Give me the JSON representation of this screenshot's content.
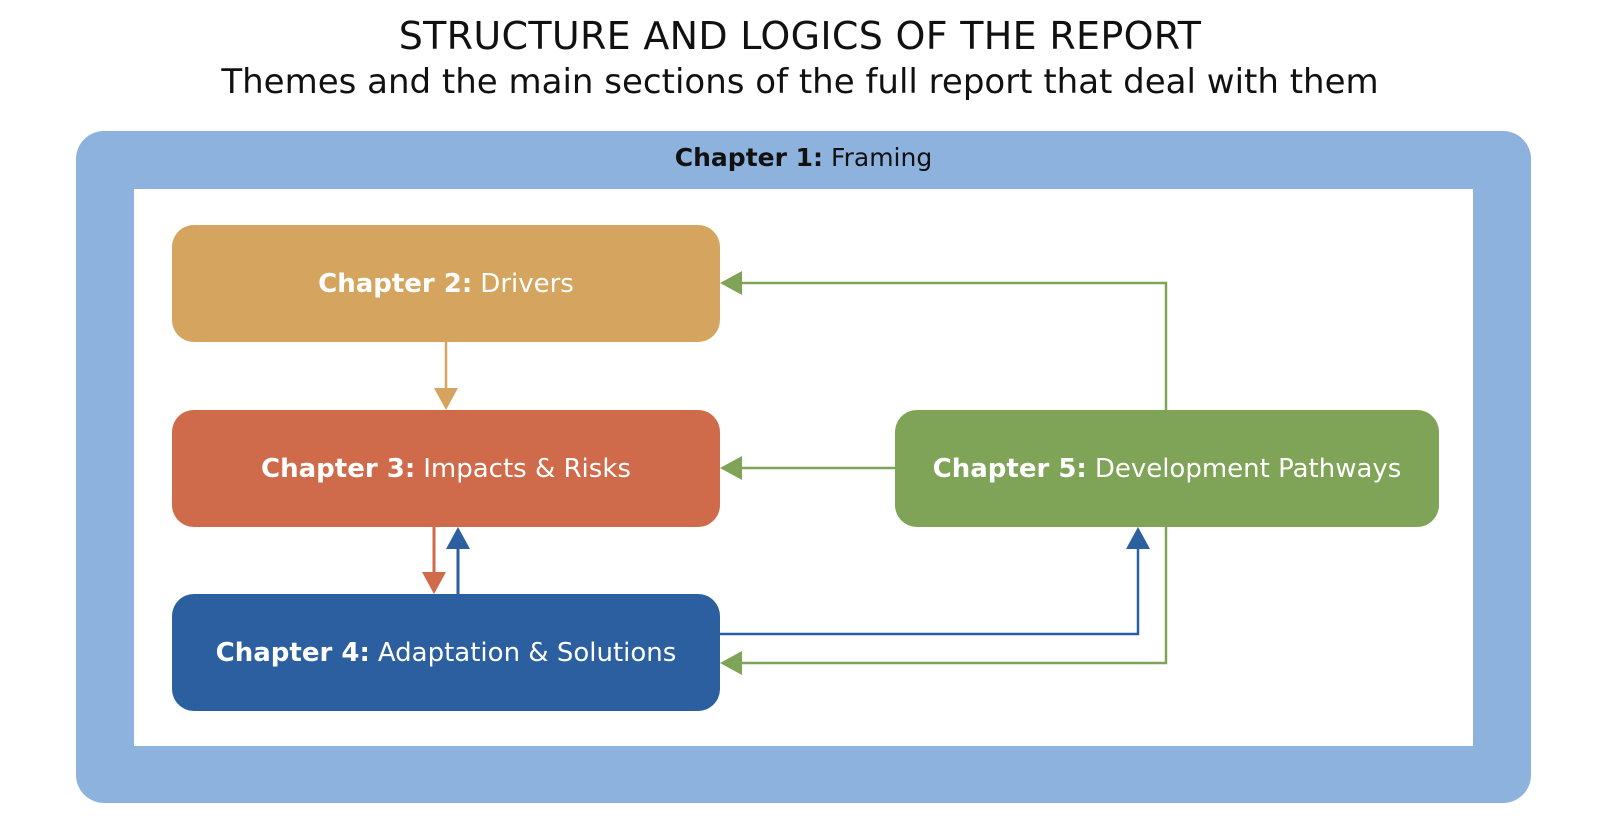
{
  "title": "STRUCTURE AND LOGICS OF THE REPORT",
  "subtitle": "Themes and the main sections of the full report that deal with them",
  "frame": {
    "bold": "Chapter 1:",
    "text": "Framing"
  },
  "chapters": {
    "ch2": {
      "bold": "Chapter 2:",
      "text": "Drivers"
    },
    "ch3": {
      "bold": "Chapter 3:",
      "text": "Impacts & Risks"
    },
    "ch4": {
      "bold": "Chapter 4:",
      "text": "Adaptation & Solutions"
    },
    "ch5": {
      "bold": "Chapter 5:",
      "text": "Development Pathways"
    }
  },
  "colors": {
    "frame": "#8db2de",
    "drivers": "#d5a55f",
    "impacts": "#cf6a4b",
    "adaptation": "#2c5f9f",
    "pathways": "#7fa357"
  }
}
